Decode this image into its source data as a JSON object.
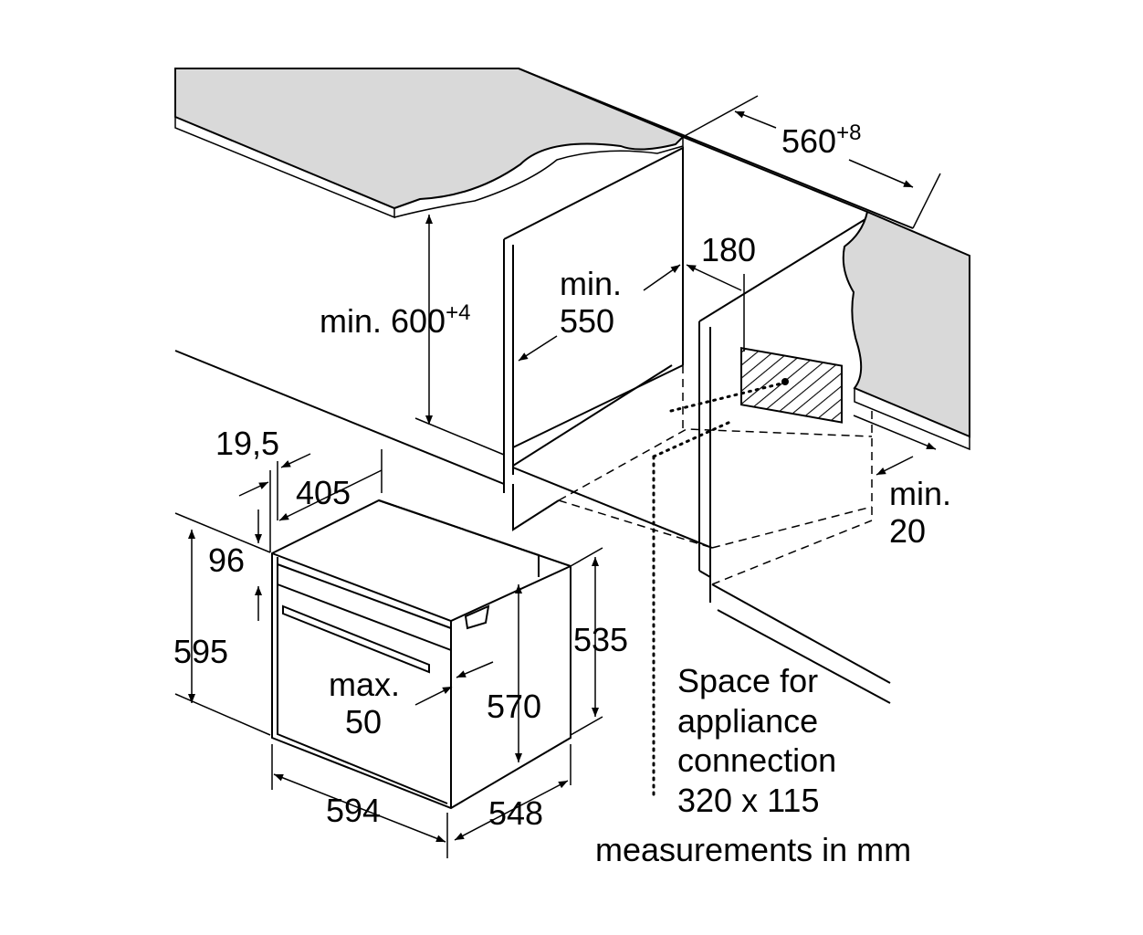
{
  "labels": {
    "width_560": "560",
    "width_560_tol": "+8",
    "height_600": "min. 600",
    "height_600_tol": "+4",
    "depth_550": "min.\n550",
    "gap_180": "180",
    "min_20_a": "min.",
    "min_20_b": "20",
    "d_19_5": "19,5",
    "d_405": "405",
    "d_96": "96",
    "d_595": "595",
    "d_535": "535",
    "d_570": "570",
    "max_50_a": "max.",
    "max_50_b": "50",
    "d_594": "594",
    "d_548": "548",
    "conn_1": "Space for",
    "conn_2": "appliance",
    "conn_3": "connection",
    "conn_4": "320 x 115",
    "units": "measurements in mm"
  },
  "colors": {
    "countertop": "#d9d9d9",
    "line": "#000000",
    "background": "#ffffff"
  }
}
